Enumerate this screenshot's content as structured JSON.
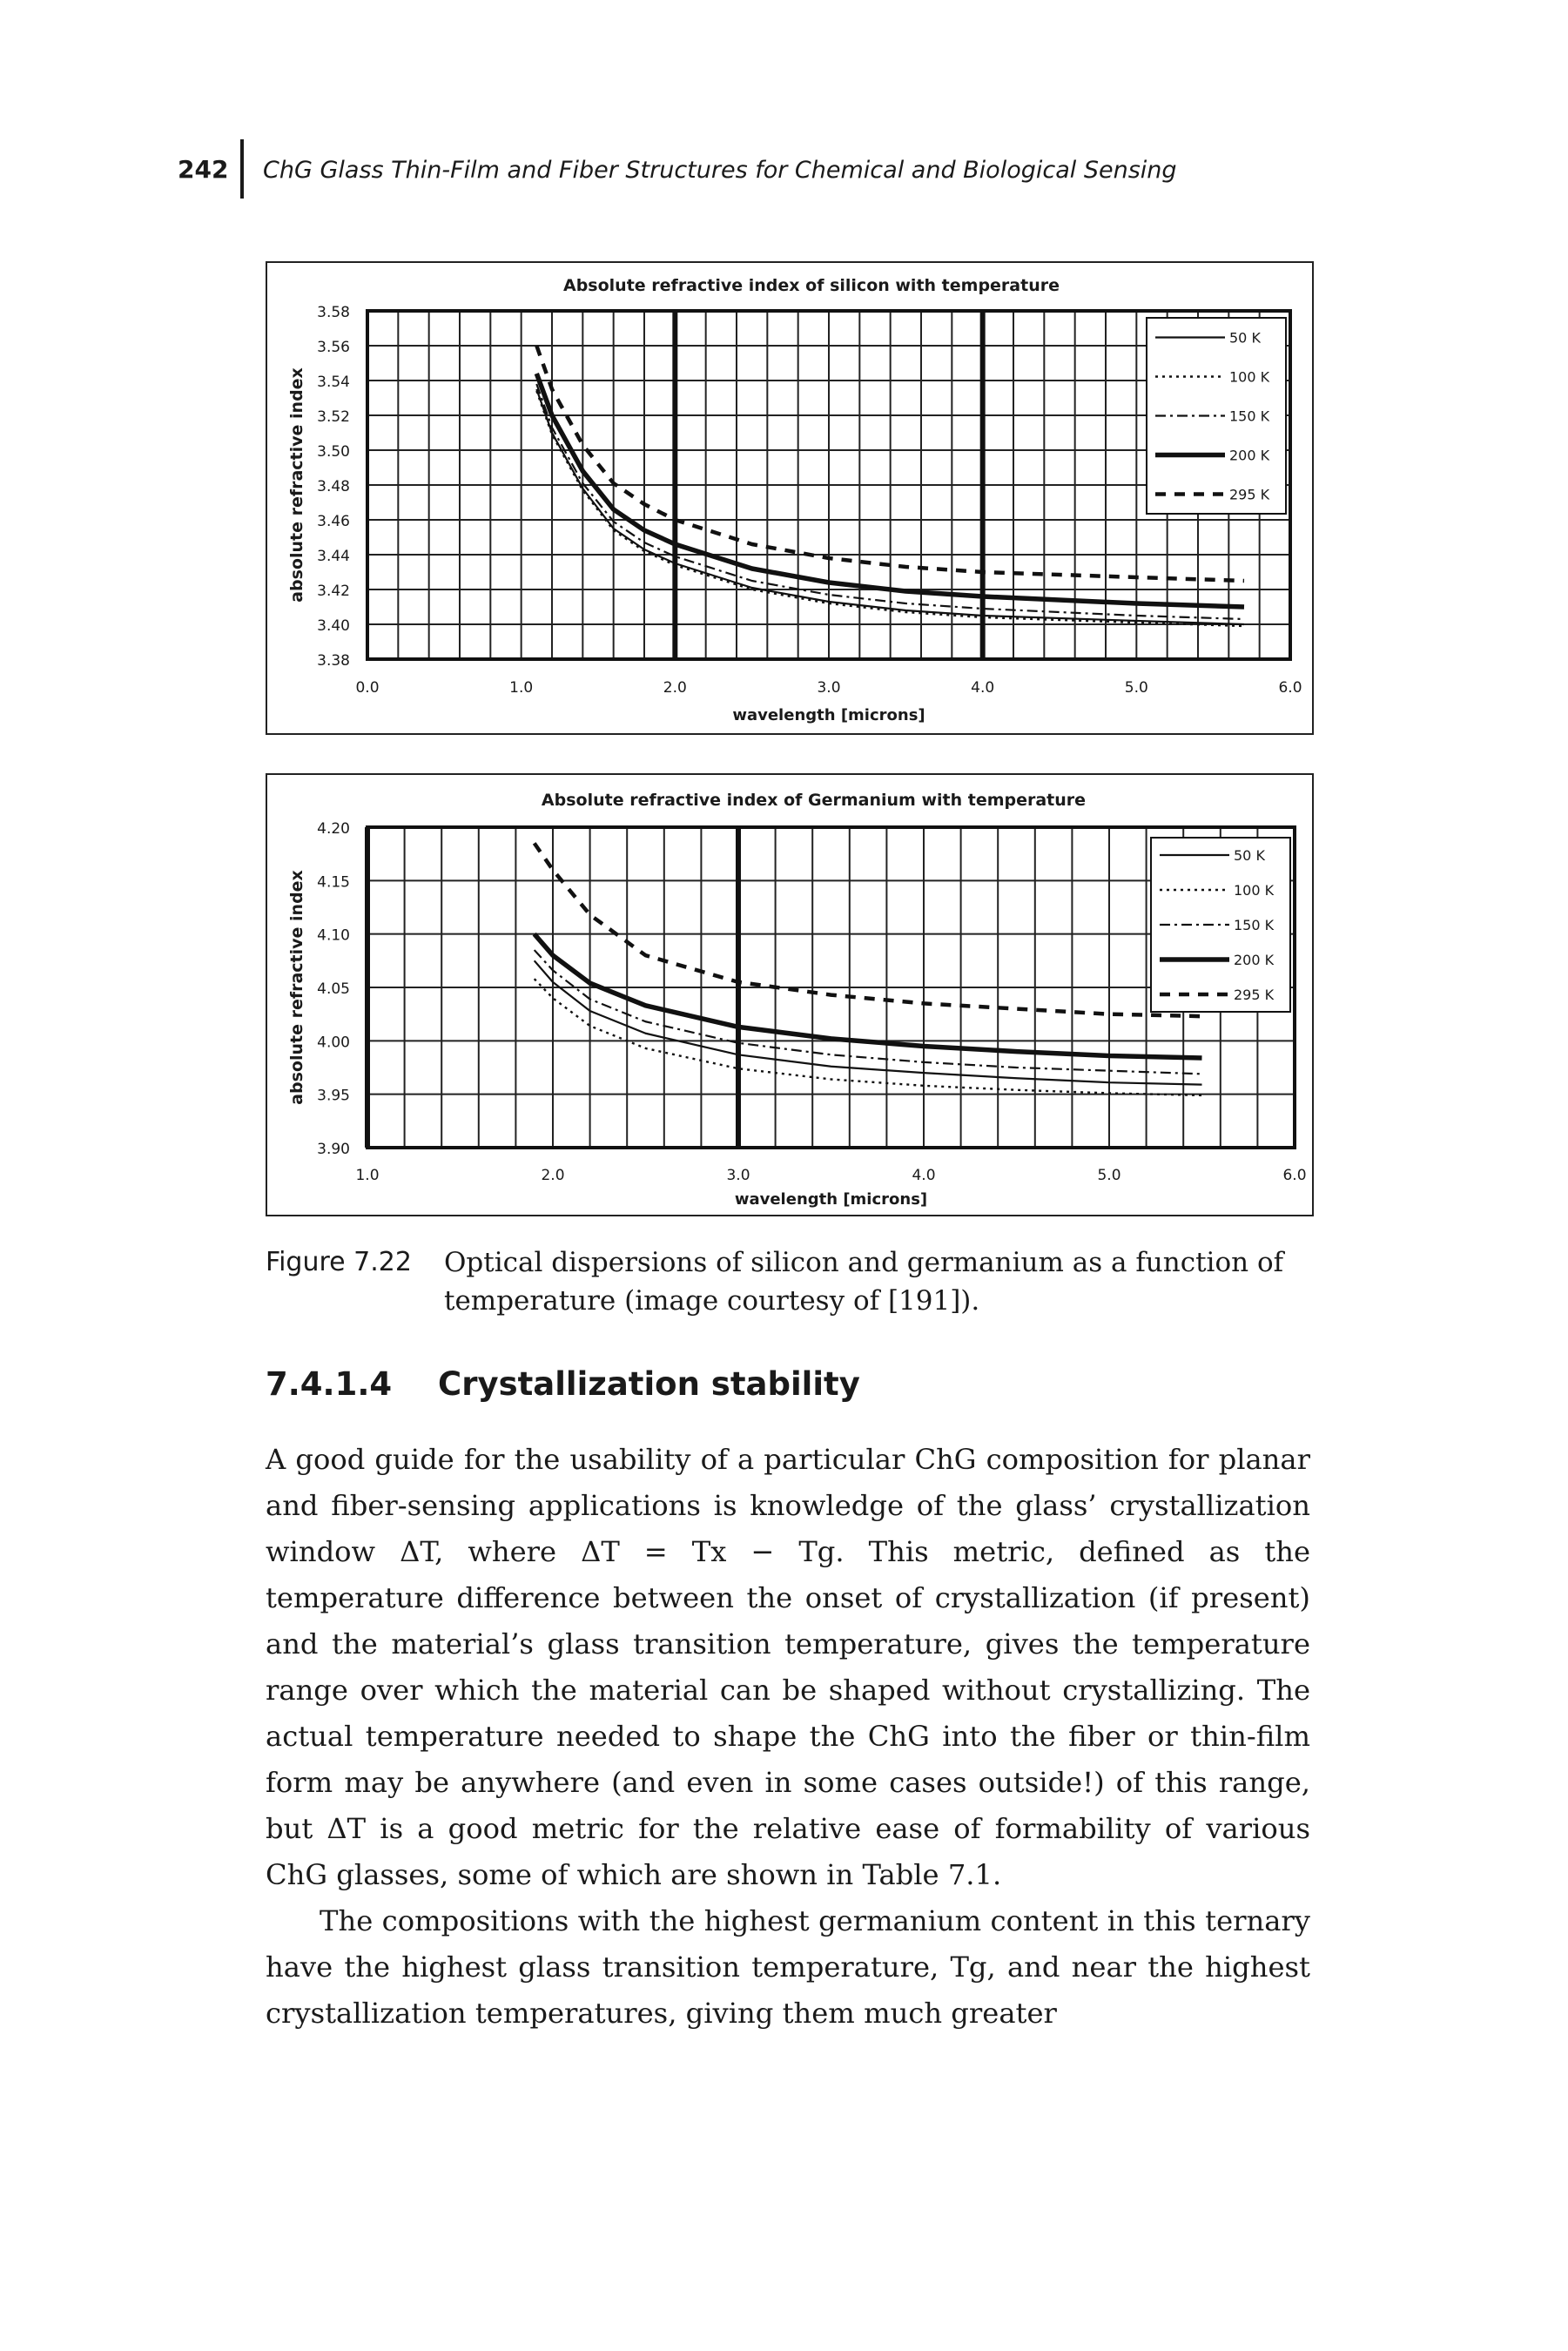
{
  "running_head": {
    "page_number": "242",
    "title": "ChG Glass Thin-Film and Fiber Structures for Chemical and Biological Sensing"
  },
  "chart_data": [
    {
      "type": "line",
      "title": "Absolute refractive index of silicon with temperature",
      "xlabel": "wavelength [microns]",
      "ylabel": "absolute refractive index",
      "xlim": [
        0.0,
        6.0
      ],
      "ylim": [
        3.38,
        3.58
      ],
      "x_ticks": [
        "0.0",
        "1.0",
        "2.0",
        "3.0",
        "4.0",
        "5.0",
        "6.0"
      ],
      "y_ticks": [
        "3.38",
        "3.40",
        "3.42",
        "3.44",
        "3.46",
        "3.48",
        "3.50",
        "3.52",
        "3.54",
        "3.56",
        "3.58"
      ],
      "grid": true,
      "legend_position": "top-right",
      "series": [
        {
          "name": "50 K",
          "style": "solid-thin",
          "x": [
            1.1,
            1.2,
            1.4,
            1.6,
            1.8,
            2.0,
            2.5,
            3.0,
            3.5,
            4.0,
            5.0,
            5.7
          ],
          "y": [
            3.535,
            3.51,
            3.478,
            3.455,
            3.443,
            3.435,
            3.421,
            3.413,
            3.408,
            3.405,
            3.402,
            3.4
          ]
        },
        {
          "name": "100 K",
          "style": "dotted",
          "x": [
            1.1,
            1.2,
            1.4,
            1.6,
            1.8,
            2.0,
            2.5,
            3.0,
            3.5,
            4.0,
            5.0,
            5.7
          ],
          "y": [
            3.534,
            3.509,
            3.477,
            3.454,
            3.442,
            3.434,
            3.42,
            3.412,
            3.407,
            3.404,
            3.401,
            3.399
          ]
        },
        {
          "name": "150 K",
          "style": "dash-dot",
          "x": [
            1.1,
            1.2,
            1.4,
            1.6,
            1.8,
            2.0,
            2.5,
            3.0,
            3.5,
            4.0,
            5.0,
            5.7
          ],
          "y": [
            3.538,
            3.513,
            3.481,
            3.459,
            3.447,
            3.439,
            3.425,
            3.417,
            3.412,
            3.409,
            3.405,
            3.403
          ]
        },
        {
          "name": "200 K",
          "style": "solid-thick",
          "x": [
            1.1,
            1.2,
            1.4,
            1.6,
            1.8,
            2.0,
            2.5,
            3.0,
            3.5,
            4.0,
            5.0,
            5.7
          ],
          "y": [
            3.544,
            3.52,
            3.488,
            3.466,
            3.454,
            3.446,
            3.432,
            3.424,
            3.419,
            3.416,
            3.412,
            3.41
          ]
        },
        {
          "name": "295 K",
          "style": "dashed",
          "x": [
            1.1,
            1.2,
            1.4,
            1.6,
            1.8,
            2.0,
            2.5,
            3.0,
            3.5,
            4.0,
            5.0,
            5.7
          ],
          "y": [
            3.56,
            3.535,
            3.503,
            3.481,
            3.469,
            3.46,
            3.446,
            3.438,
            3.433,
            3.43,
            3.427,
            3.425
          ]
        }
      ]
    },
    {
      "type": "line",
      "title": "Absolute refractive index of Germanium with temperature",
      "xlabel": "wavelength [microns]",
      "ylabel": "absolute refractive index",
      "xlim": [
        1.0,
        6.0
      ],
      "ylim": [
        3.9,
        4.2
      ],
      "x_ticks": [
        "1.0",
        "2.0",
        "3.0",
        "4.0",
        "5.0",
        "6.0"
      ],
      "y_ticks": [
        "3.90",
        "3.95",
        "4.00",
        "4.05",
        "4.10",
        "4.15",
        "4.20"
      ],
      "grid": true,
      "legend_position": "top-right",
      "series": [
        {
          "name": "50 K",
          "style": "solid-thin",
          "x": [
            1.9,
            2.0,
            2.2,
            2.5,
            3.0,
            3.5,
            4.0,
            4.5,
            5.0,
            5.5
          ],
          "y": [
            4.075,
            4.055,
            4.028,
            4.007,
            3.987,
            3.976,
            3.97,
            3.965,
            3.961,
            3.959
          ]
        },
        {
          "name": "100 K",
          "style": "dotted",
          "x": [
            1.9,
            2.0,
            2.2,
            2.5,
            3.0,
            3.5,
            4.0,
            4.5,
            5.0,
            5.5
          ],
          "y": [
            4.058,
            4.04,
            4.014,
            3.993,
            3.974,
            3.964,
            3.958,
            3.954,
            3.951,
            3.949
          ]
        },
        {
          "name": "150 K",
          "style": "dash-dot",
          "x": [
            1.9,
            2.0,
            2.2,
            2.5,
            3.0,
            3.5,
            4.0,
            4.5,
            5.0,
            5.5
          ],
          "y": [
            4.085,
            4.066,
            4.039,
            4.018,
            3.998,
            3.987,
            3.98,
            3.975,
            3.972,
            3.969
          ]
        },
        {
          "name": "200 K",
          "style": "solid-thick",
          "x": [
            1.9,
            2.0,
            2.2,
            2.5,
            3.0,
            3.5,
            4.0,
            4.5,
            5.0,
            5.5
          ],
          "y": [
            4.1,
            4.08,
            4.054,
            4.033,
            4.013,
            4.002,
            3.995,
            3.99,
            3.986,
            3.984
          ]
        },
        {
          "name": "295 K",
          "style": "dashed",
          "x": [
            1.9,
            2.0,
            2.2,
            2.5,
            3.0,
            3.5,
            4.0,
            4.5,
            5.0,
            5.5
          ],
          "y": [
            4.185,
            4.16,
            4.118,
            4.08,
            4.055,
            4.043,
            4.035,
            4.03,
            4.025,
            4.023
          ]
        }
      ]
    }
  ],
  "caption": {
    "label": "Figure 7.22",
    "text": "Optical dispersions of silicon and germanium as a function of temperature (image courtesy of [191])."
  },
  "section": {
    "number": "7.4.1.4",
    "title": "Crystallization stability"
  },
  "paragraphs": [
    "A good guide for the usability of a particular ChG composition for planar and fiber-sensing applications is knowledge of the glass’ crystallization window ΔT, where ΔT = Tx − Tg. This metric, defined as the temperature difference between the onset of crystallization (if present) and the material’s glass transition temperature, gives the temperature range over which the material can be shaped without crystallizing. The actual temperature needed to shape the ChG into the fiber or thin-film form may be anywhere (and even in some cases outside!) of this range, but ΔT is a good metric for the relative ease of formability of various ChG glasses, some of which are shown in Table 7.1.",
    "The compositions with the highest germanium content in this ternary have the highest glass transition temperature, Tg, and near the highest crystallization temperatures, giving them much greater"
  ]
}
